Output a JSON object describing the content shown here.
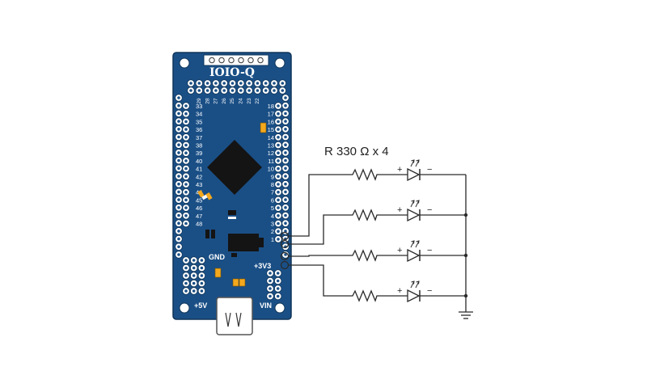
{
  "board": {
    "name": "IOIO-Q",
    "left_pin_labels": [
      "33",
      "34",
      "35",
      "36",
      "37",
      "38",
      "39",
      "40",
      "41",
      "42",
      "43",
      "44",
      "45",
      "46",
      "47",
      "48"
    ],
    "right_pin_labels": [
      "18",
      "17",
      "16",
      "15",
      "14",
      "13",
      "12",
      "11",
      "10",
      "9",
      "8",
      "7",
      "6",
      "5",
      "4",
      "3",
      "2",
      "1"
    ],
    "top_pin_labels": [
      "29",
      "28",
      "27",
      "26",
      "25",
      "24",
      "23",
      "22"
    ],
    "gnd_label": "GND",
    "v33_label": "+3V3",
    "v5_label": "+5V",
    "vin_label": "VIN"
  },
  "circuit": {
    "resistor_label": "R 330 Ω x 4",
    "plus": "+",
    "minus": "−"
  },
  "colors": {
    "board_blue": "#1a4f86",
    "board_edge": "#0f3559",
    "chip": "#141414",
    "pad": "#ffffff",
    "led": "#f4a81d",
    "wire": "#2a2a2a"
  }
}
